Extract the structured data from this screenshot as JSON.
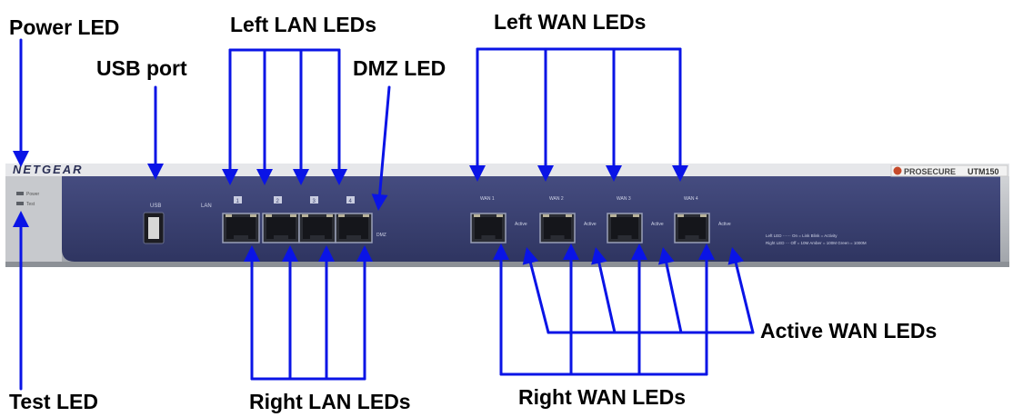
{
  "labels": {
    "power_led": "Power LED",
    "usb_port": "USB port",
    "left_lan_leds": "Left LAN LEDs",
    "dmz_led": "DMZ LED",
    "left_wan_leds": "Left WAN LEDs",
    "active_wan_leds": "Active WAN LEDs",
    "test_led": "Test LED",
    "right_lan_leds": "Right LAN LEDs",
    "right_wan_leds": "Right WAN LEDs"
  },
  "device": {
    "brand": "NETGEAR",
    "model_prefix": "PROSECURE",
    "model": "UTM150",
    "usb_text": "USB",
    "lan_text": "LAN",
    "lan_port_numbers": [
      "1",
      "2",
      "3",
      "4"
    ],
    "dmz_text": "DMZ",
    "wan_port_labels": [
      "WAN 1",
      "WAN 2",
      "WAN 3",
      "WAN 4"
    ],
    "active_text": "Active",
    "power_text": "Power",
    "test_text": "Test",
    "legend_line1": "Left LED ······ On = Link  Blink = Activity",
    "legend_line2": "Right LED ··· Off = 10M  Amber = 100M  Green = 1000M"
  },
  "colors": {
    "arrow": "#0a14e6",
    "panel": "#3a4170",
    "panel_dark": "#2c3259",
    "chassis": "#b9bcc1",
    "label_text": "#000000"
  }
}
